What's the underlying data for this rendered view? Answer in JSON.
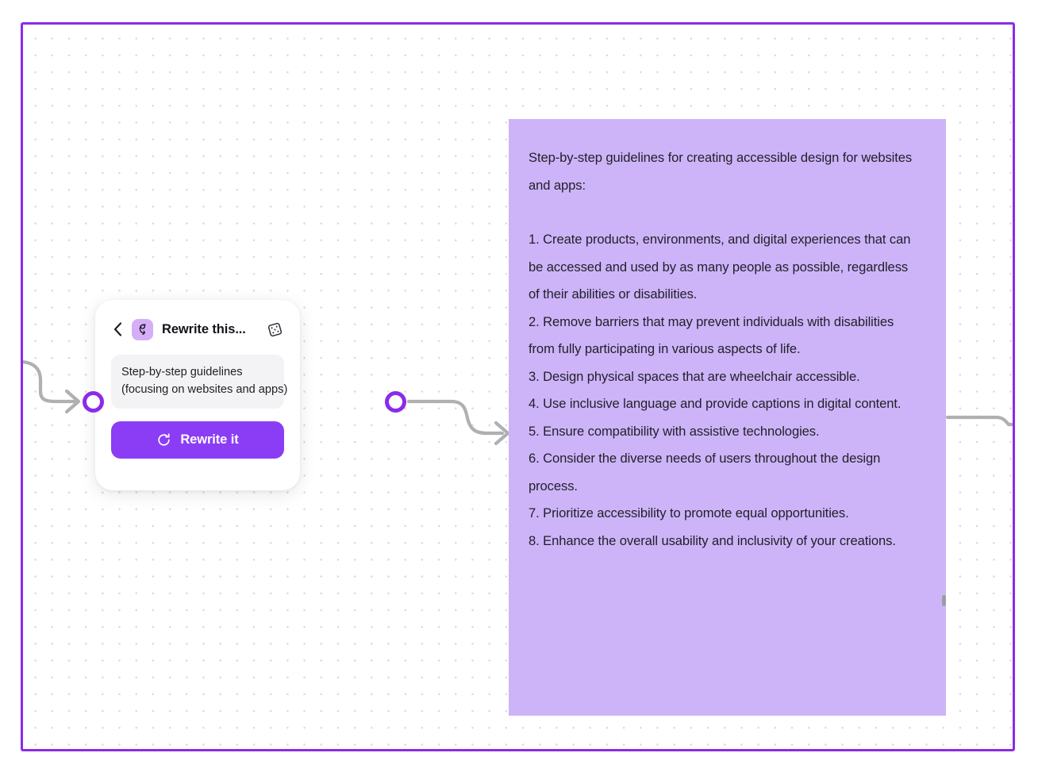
{
  "canvas": {
    "border_color": "#8B2BE8",
    "background": "#ffffff",
    "grid": "dot-grid"
  },
  "card": {
    "back_icon": "chevron-left-icon",
    "tool_icon": "squiggle-scribble-icon",
    "tool_badge_color": "#D6AEF7",
    "title": "Rewrite this...",
    "randomize_icon": "dice-icon",
    "prompt": {
      "line1": "Step-by-step guidelines",
      "line2": "(focusing on websites and apps)",
      "placeholder": "Step-by-step guidelines (focusing on websites and apps)",
      "background": "#F3F3F5"
    },
    "action_button": {
      "label": "Rewrite it",
      "icon": "refresh-rotate-icon",
      "color": "#8B3DF5"
    }
  },
  "ports": {
    "input_label": "input-port",
    "output_label": "output-port",
    "color": "#8B2BE8"
  },
  "output_panel": {
    "background": "#CDB4F8",
    "heading": "Step-by-step guidelines for creating accessible design for websites and apps:",
    "items": [
      "1. Create products, environments, and digital experiences that can be accessed and used by as many people as possible, regardless of their abilities or disabilities.",
      "2. Remove barriers that may prevent individuals with disabilities from fully participating in various aspects of life.",
      "3. Design physical spaces that are wheelchair accessible.",
      "4. Use inclusive language and provide captions in digital content.",
      "5. Ensure compatibility with assistive technologies.",
      "6. Consider the diverse needs of users throughout the design process.",
      "7. Prioritize accessibility to promote equal opportunities.",
      "8. Enhance the overall usability and inclusivity of your creations."
    ]
  }
}
